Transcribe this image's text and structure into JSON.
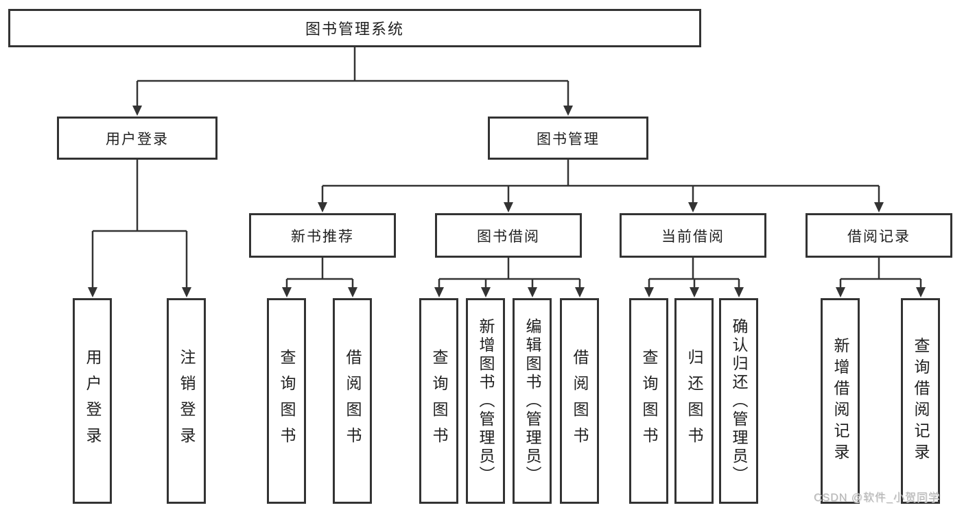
{
  "diagram": {
    "root": {
      "label": "图书管理系统"
    },
    "level2": [
      {
        "label": "用户登录"
      },
      {
        "label": "图书管理"
      }
    ],
    "level3": [
      {
        "label": "新书推荐"
      },
      {
        "label": "图书借阅"
      },
      {
        "label": "当前借阅"
      },
      {
        "label": "借阅记录"
      }
    ],
    "leaves": [
      {
        "label": "用户登录"
      },
      {
        "label": "注销登录"
      },
      {
        "label": "查询图书"
      },
      {
        "label": "借阅图书"
      },
      {
        "label": "查询图书"
      },
      {
        "label": "新增图书（管理员）"
      },
      {
        "label": "编辑图书（管理员）"
      },
      {
        "label": "借阅图书"
      },
      {
        "label": "查询图书"
      },
      {
        "label": "归还图书"
      },
      {
        "label": "确认归还（管理员）"
      },
      {
        "label": "新增借阅记录"
      },
      {
        "label": "查询借阅记录"
      }
    ]
  },
  "watermark": {
    "text": "CSDN @软件_小贺同学"
  },
  "colors": {
    "line": "#333333",
    "text": "#1f1f1f",
    "background": "#ffffff",
    "watermark": "#b6b6b6"
  }
}
